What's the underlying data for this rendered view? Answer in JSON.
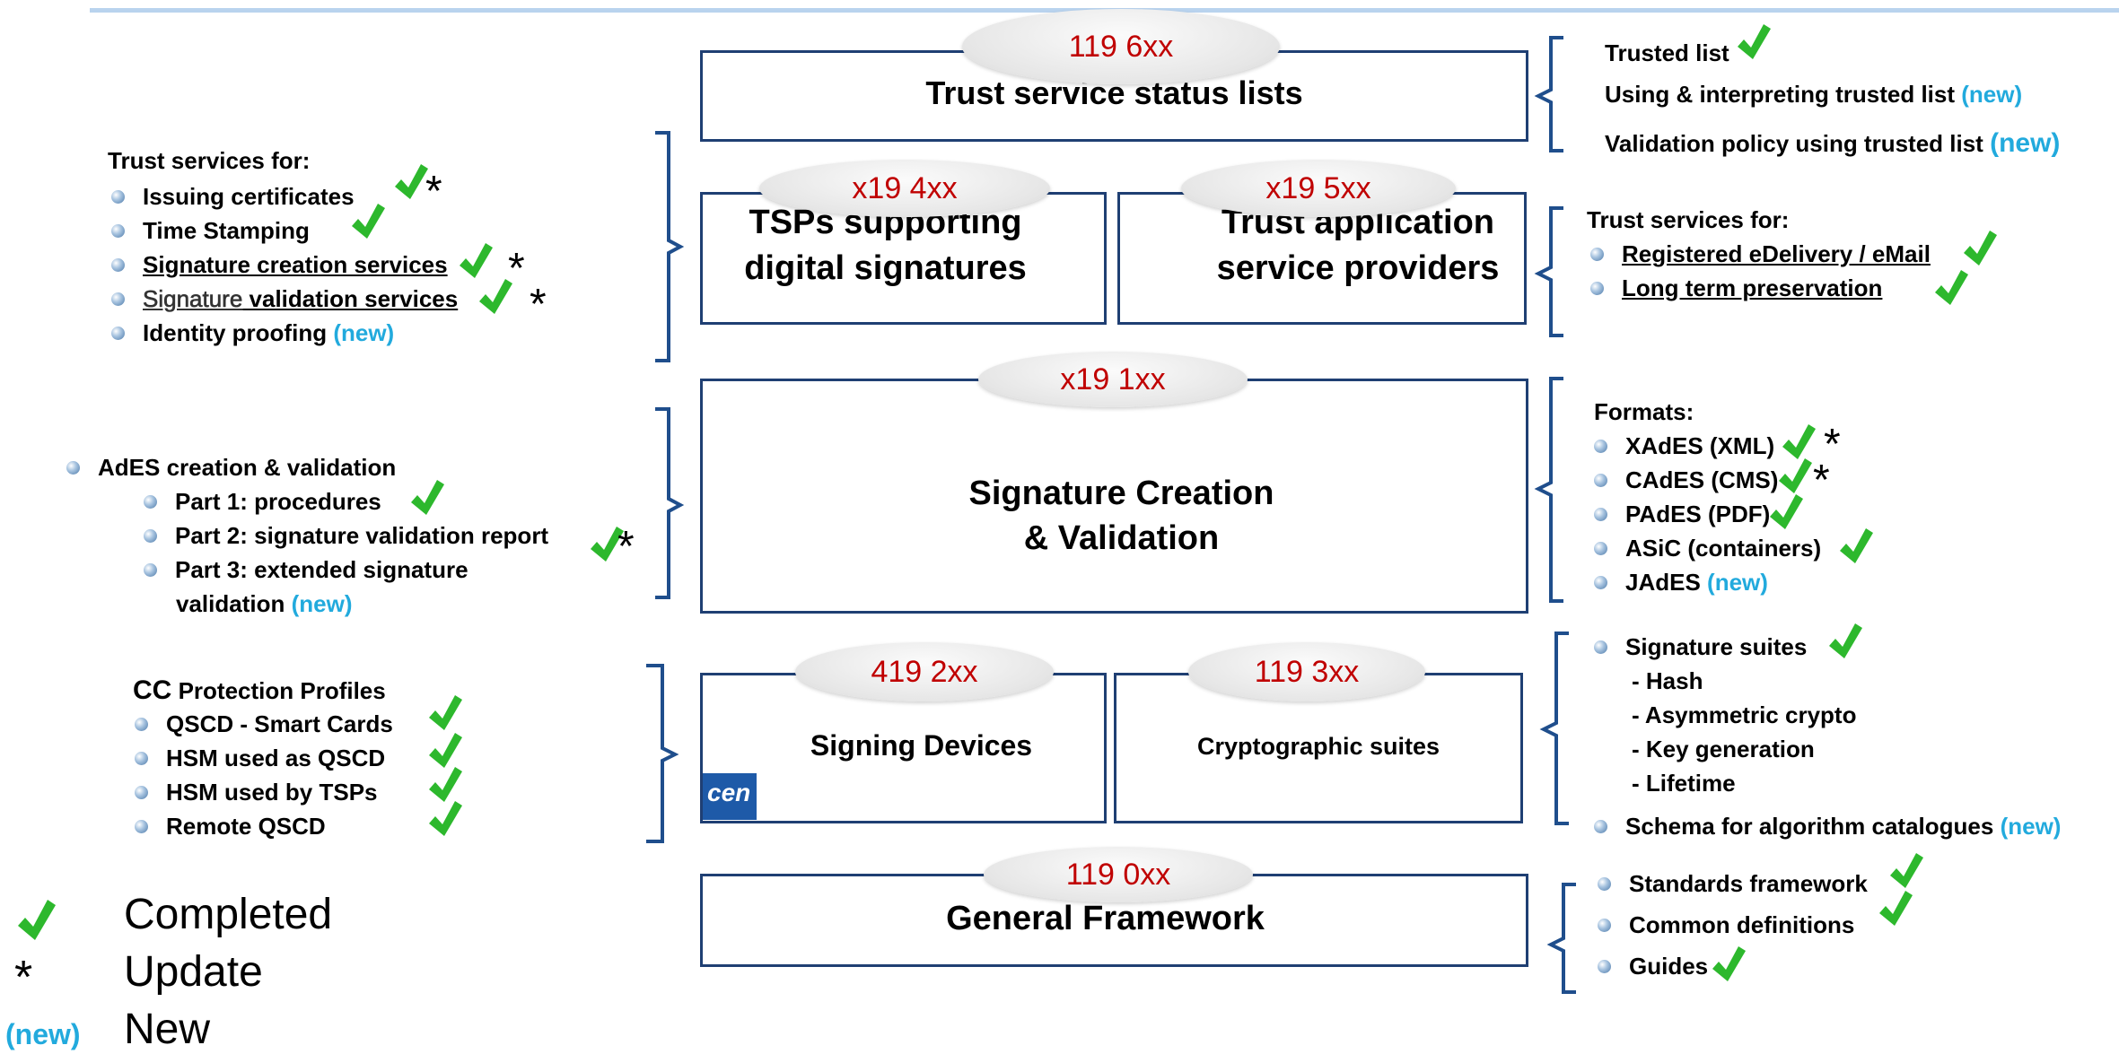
{
  "boxes": {
    "status_lists": {
      "code": "119 6xx",
      "title": "Trust service status lists"
    },
    "tsp_signatures": {
      "code": "x19 4xx",
      "title_line1": "TSPs supporting",
      "title_line2": "digital signatures"
    },
    "trust_app": {
      "code": "x19 5xx",
      "title_line1": "Trust application",
      "title_line2": "service providers"
    },
    "sig_creation": {
      "code": "x19 1xx",
      "title_line1": "Signature Creation",
      "title_line2": "& Validation"
    },
    "signing_devices": {
      "code": "419 2xx",
      "title": "Signing Devices",
      "logo_text": "cen"
    },
    "crypto_suites": {
      "code": "119 3xx",
      "title": "Cryptographic  suites"
    },
    "general": {
      "code": "119 0xx",
      "title": "General Framework"
    }
  },
  "right_top": {
    "item1": "Trusted list",
    "item2": "Using & interpreting trusted list",
    "item2_tag": "(new)",
    "item3": "Validation policy using trusted list",
    "item3_tag": "(new)"
  },
  "right_tsp": {
    "heading": "Trust services for:",
    "item1": "Registered eDelivery / eMail",
    "item2": "Long term preservation"
  },
  "right_formats": {
    "heading": "Formats:",
    "item1": "XAdES (XML)",
    "item2": "CAdES (CMS)",
    "item3": "PAdES (PDF)",
    "item4": "ASiC (containers)",
    "item5": "JAdES",
    "item5_tag": "(new)"
  },
  "right_crypto": {
    "item1": "Signature suites",
    "sub1": "- Hash",
    "sub2": "- Asymmetric crypto",
    "sub3": "- Key generation",
    "sub4": "- Lifetime",
    "item2": "Schema for algorithm catalogues",
    "item2_tag": "(new)"
  },
  "right_general": {
    "item1": "Standards framework",
    "item2": "Common definitions",
    "item3": "Guides"
  },
  "left_tsp": {
    "heading": "Trust services for:",
    "item1": "Issuing certificates",
    "item2": "Time Stamping",
    "item3": "Signature creation services",
    "item4a": "Signature",
    "item4b": " validation services",
    "item5": "Identity proofing",
    "item5_tag": "(new)"
  },
  "left_ades": {
    "heading": "AdES creation & validation",
    "part1": "Part 1: procedures",
    "part2": "Part 2: signature validation report",
    "part3_line1": "Part 3: extended  signature",
    "part3_line2": "validation",
    "part3_tag": "(new)"
  },
  "left_cc": {
    "heading_a": "CC",
    "heading_b": " Protection Profiles",
    "item1": "QSCD - Smart Cards",
    "item2": "HSM used as QSCD",
    "item3": "HSM used by TSPs",
    "item4": "Remote QSCD"
  },
  "legend": {
    "completed": "Completed",
    "update_symbol": "*",
    "update": "Update",
    "new_symbol": "(new)",
    "new": "New"
  },
  "symbols": {
    "star": "*"
  },
  "colors": {
    "box_border": "#1f3f73",
    "code_red": "#c00000",
    "new_blue": "#22aadd",
    "check_green": "#2db82d",
    "brace_blue": "#1f4e8c"
  }
}
